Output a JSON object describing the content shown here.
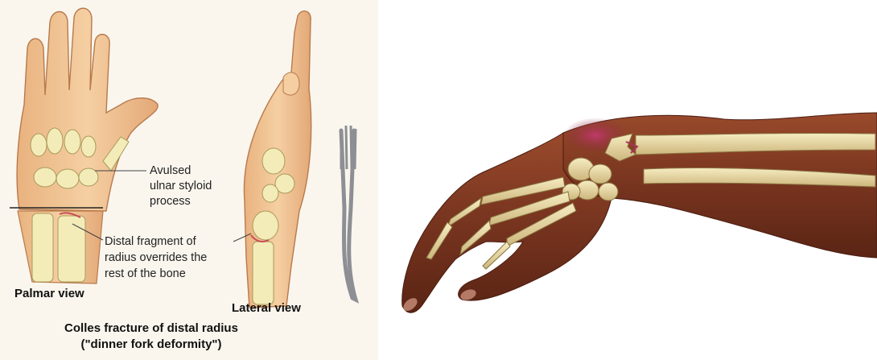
{
  "left_panel": {
    "bg_color": "#faf6ee",
    "labels": {
      "avulsed_line1": "Avulsed",
      "avulsed_line2": "ulnar styloid",
      "avulsed_line3": "process",
      "distal_line1": "Distal fragment of",
      "distal_line2": "radius overrides the",
      "distal_line3": "rest of the bone",
      "palmar_view": "Palmar view",
      "lateral_view": "Lateral view",
      "caption_line1": "Colles fracture of distal radius",
      "caption_line2": "(\"dinner fork deformity\")"
    },
    "colors": {
      "skin": "#f2c99a",
      "skin_shadow": "#d9a06a",
      "bone": "#f4ecb8",
      "fracture": "#c94f55",
      "fork": "#8d8f94"
    }
  },
  "right_panel": {
    "colors": {
      "skin": "#7b3a22",
      "bone": "#e8d9a6",
      "bruise": "#a8325a"
    }
  }
}
